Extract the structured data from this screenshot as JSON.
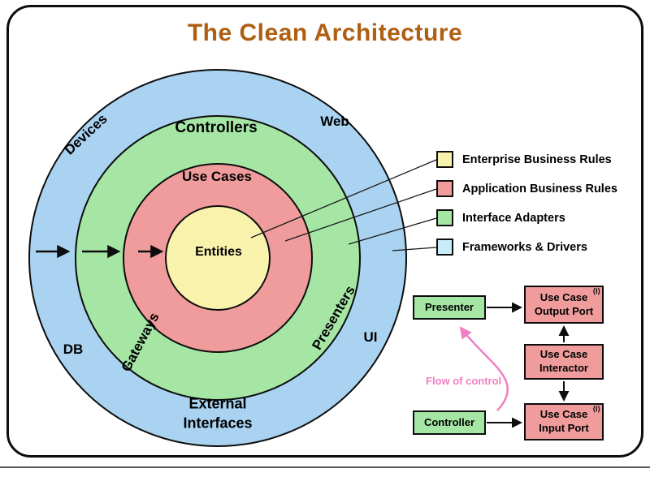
{
  "title": "The Clean Architecture",
  "colors": {
    "title": "#ae5f12",
    "ring_blue": "#a9d3f0",
    "ring_green": "#a5e6a5",
    "ring_red": "#f09c9c",
    "ring_yellow": "#f8f2ad",
    "box_green": "#a5e6a5",
    "box_pink": "#f09c9c",
    "flow_pink": "#f07fc4"
  },
  "rings": {
    "labels": {
      "devices": "Devices",
      "web": "Web",
      "controllers": "Controllers",
      "use_cases": "Use Cases",
      "entities": "Entities",
      "gateways": "Gateways",
      "presenters": "Presenters",
      "db": "DB",
      "ui": "UI",
      "external_interfaces": "External\nInterfaces"
    }
  },
  "legend": {
    "items": [
      {
        "label": "Enterprise Business Rules",
        "color": "#f8f2ad"
      },
      {
        "label": "Application Business Rules",
        "color": "#f09c9c"
      },
      {
        "label": "Interface Adapters",
        "color": "#a5e6a5"
      },
      {
        "label": "Frameworks & Drivers",
        "color": "#c9ecf9"
      }
    ]
  },
  "flow": {
    "presenter": "Presenter",
    "controller": "Controller",
    "output_port": "Use Case\nOutput Port",
    "interactor": "Use Case\nInteractor",
    "input_port": "Use Case\nInput Port",
    "interface_marker": "⟨I⟩",
    "flow_of_control": "Flow of control"
  }
}
